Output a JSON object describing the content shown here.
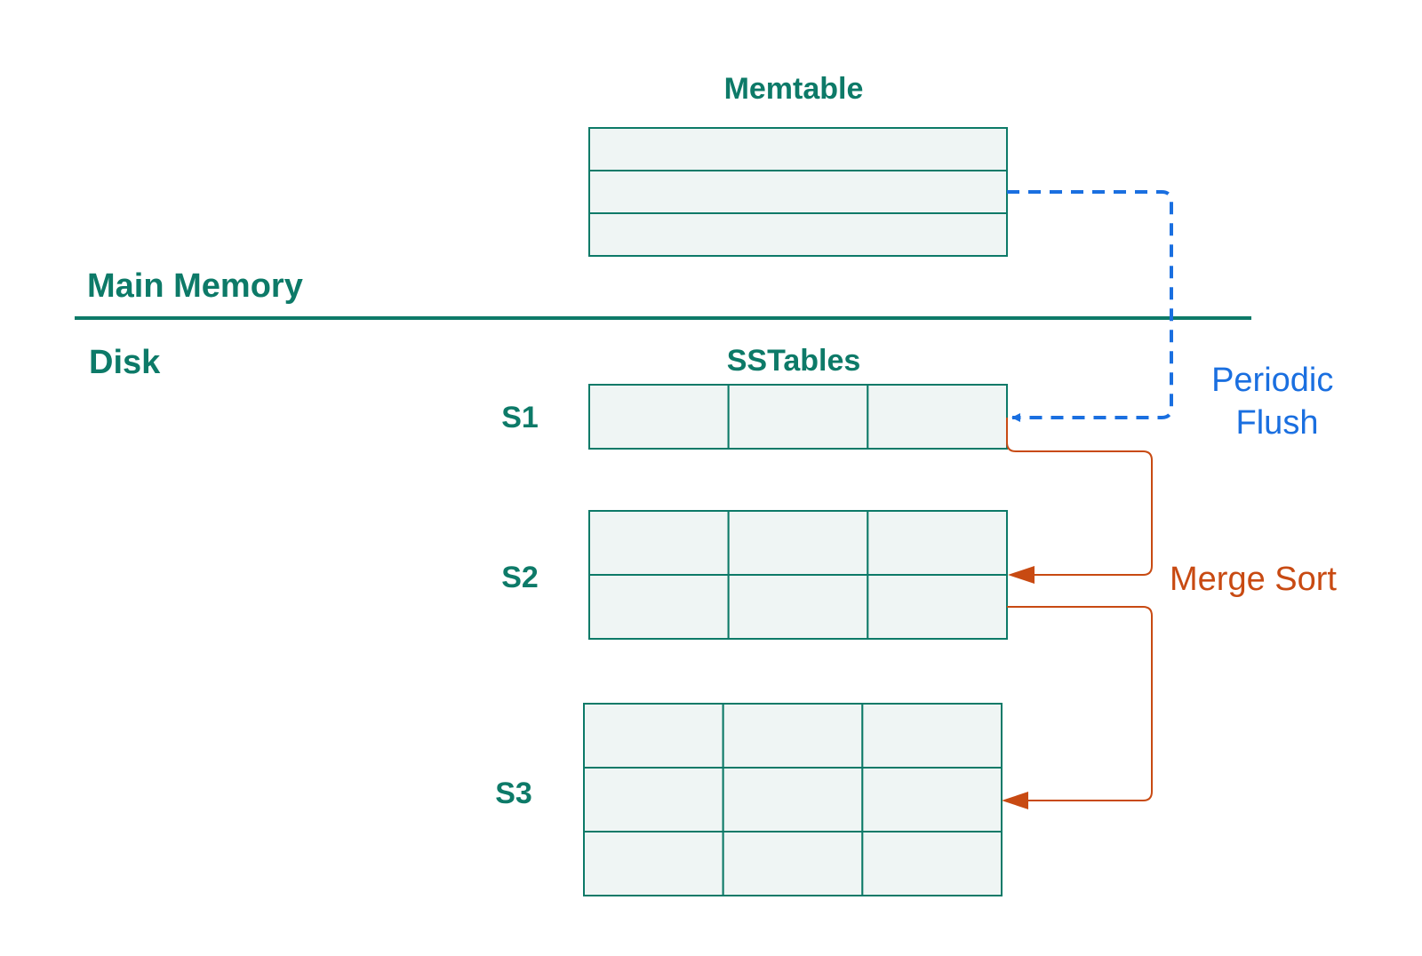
{
  "colors": {
    "teal": "#0d7a68",
    "cell_fill": "#eff5f4",
    "flush_blue": "#1a6fe0",
    "merge_orange": "#c84a12",
    "background": "#ffffff"
  },
  "labels": {
    "memtable": "Memtable",
    "main_memory": "Main Memory",
    "disk": "Disk",
    "sstables": "SSTables",
    "s1": "S1",
    "s2": "S2",
    "s3": "S3",
    "periodic_flush_line1": "Periodic",
    "periodic_flush_line2": "Flush",
    "merge_sort": "Merge Sort"
  },
  "tables": {
    "memtable": {
      "rows": 3,
      "cols": 1
    },
    "s1": {
      "rows": 1,
      "cols": 3
    },
    "s2": {
      "rows": 2,
      "cols": 3
    },
    "s3": {
      "rows": 3,
      "cols": 3
    }
  },
  "arrows": [
    {
      "name": "periodic-flush-arrow",
      "from": "memtable",
      "to": "s1",
      "style": "dashed"
    },
    {
      "name": "merge-arrow-s1-to-s2",
      "from": "s1",
      "to": "s2",
      "style": "solid"
    },
    {
      "name": "merge-arrow-s2-to-s3",
      "from": "s2",
      "to": "s3",
      "style": "solid"
    }
  ]
}
